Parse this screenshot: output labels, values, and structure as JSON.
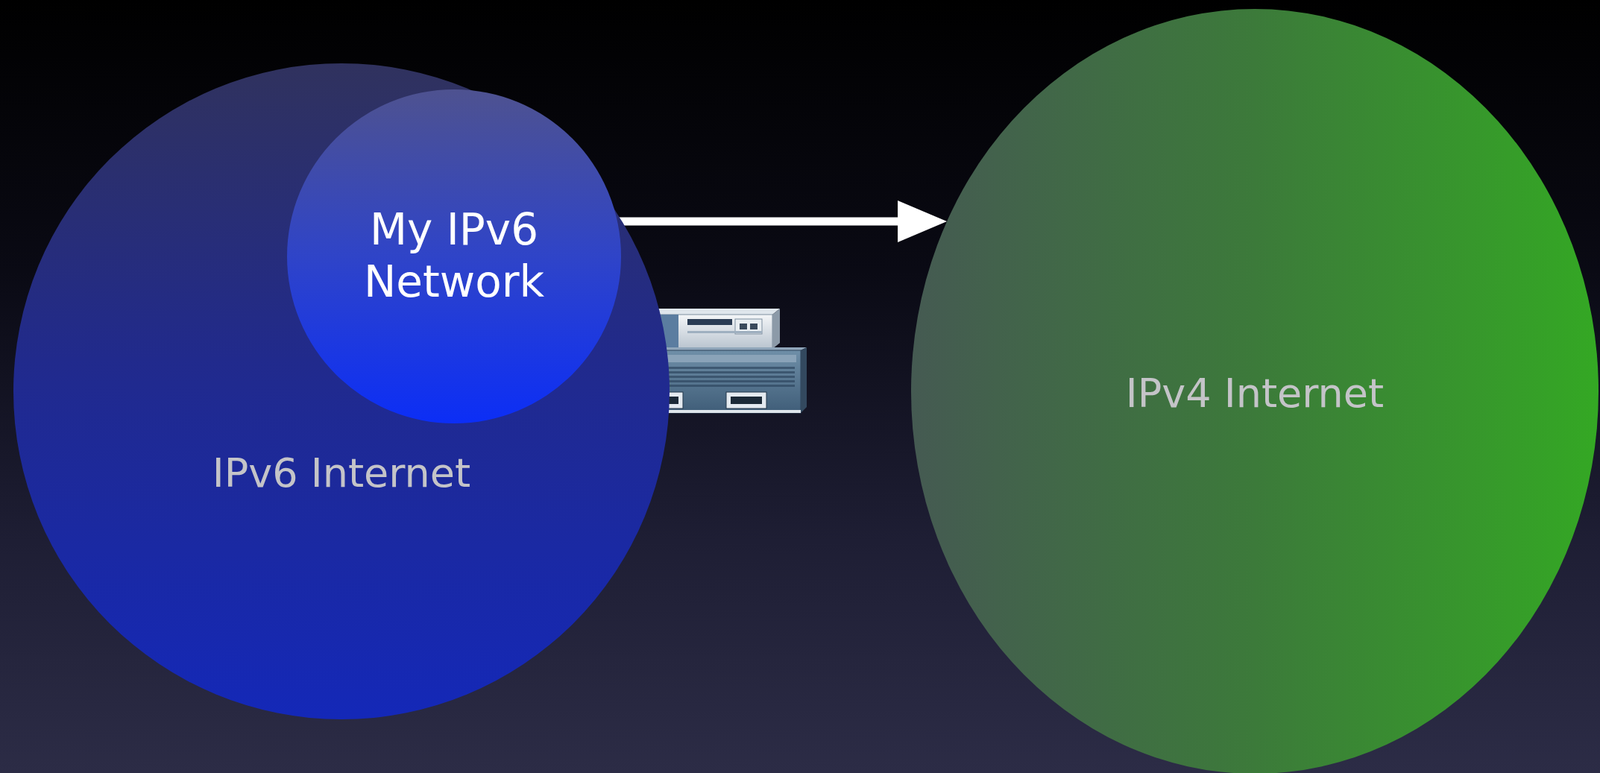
{
  "diagram": {
    "nodes": [
      {
        "text": [
          "IPv6 Internet"
        ]
      },
      {
        "text": [
          "My IPv6 Network"
        ],
        "in": 0
      },
      {
        "text": [
          "IPv4 Internet"
        ]
      }
    ],
    "edges": [
      {
        "from": 1,
        "to": 2,
        "arrow": "to"
      }
    ]
  }
}
